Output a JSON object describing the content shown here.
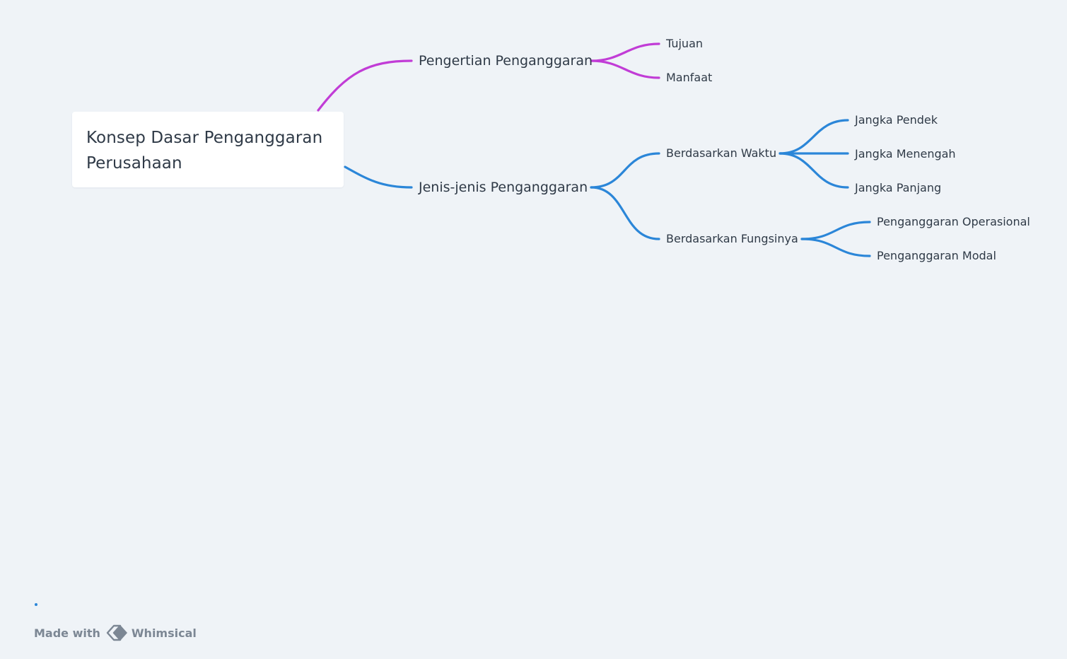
{
  "mindmap": {
    "root": {
      "label": "Konsep Dasar Penganggaran Perusahaan"
    },
    "colors": {
      "branch_pengertian": "#c13cd6",
      "branch_jenis": "#2b86d8",
      "background": "#eff3f7",
      "text": "#2f3a47"
    },
    "branches": [
      {
        "label": "Pengertian Penganggaran",
        "children": [
          {
            "label": "Tujuan"
          },
          {
            "label": "Manfaat"
          }
        ]
      },
      {
        "label": "Jenis-jenis Penganggaran",
        "children": [
          {
            "label": "Berdasarkan Waktu",
            "children": [
              {
                "label": "Jangka Pendek"
              },
              {
                "label": "Jangka Menengah"
              },
              {
                "label": "Jangka Panjang"
              }
            ]
          },
          {
            "label": "Berdasarkan Fungsinya",
            "children": [
              {
                "label": "Penganggaran Operasional"
              },
              {
                "label": "Penganggaran Modal"
              }
            ]
          }
        ]
      }
    ]
  },
  "footer": {
    "made_with": "Made with",
    "brand": "Whimsical",
    "logo_icon": "whimsical-logo-icon"
  }
}
